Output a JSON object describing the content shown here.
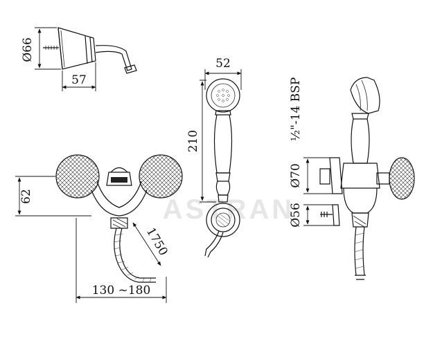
{
  "watermark": "ASTRAN",
  "dimensions": {
    "d66": "Ø66",
    "d57": "57",
    "d52": "52",
    "d210": "210",
    "d62": "62",
    "d1750": "1750",
    "d130_180": "130 ~180",
    "bsp": "½\"-14 BSP",
    "d70": "Ø70",
    "d56": "Ø56"
  },
  "colors": {
    "line": "#111111",
    "watermark": "#e6e6e6",
    "background": "#ffffff"
  }
}
